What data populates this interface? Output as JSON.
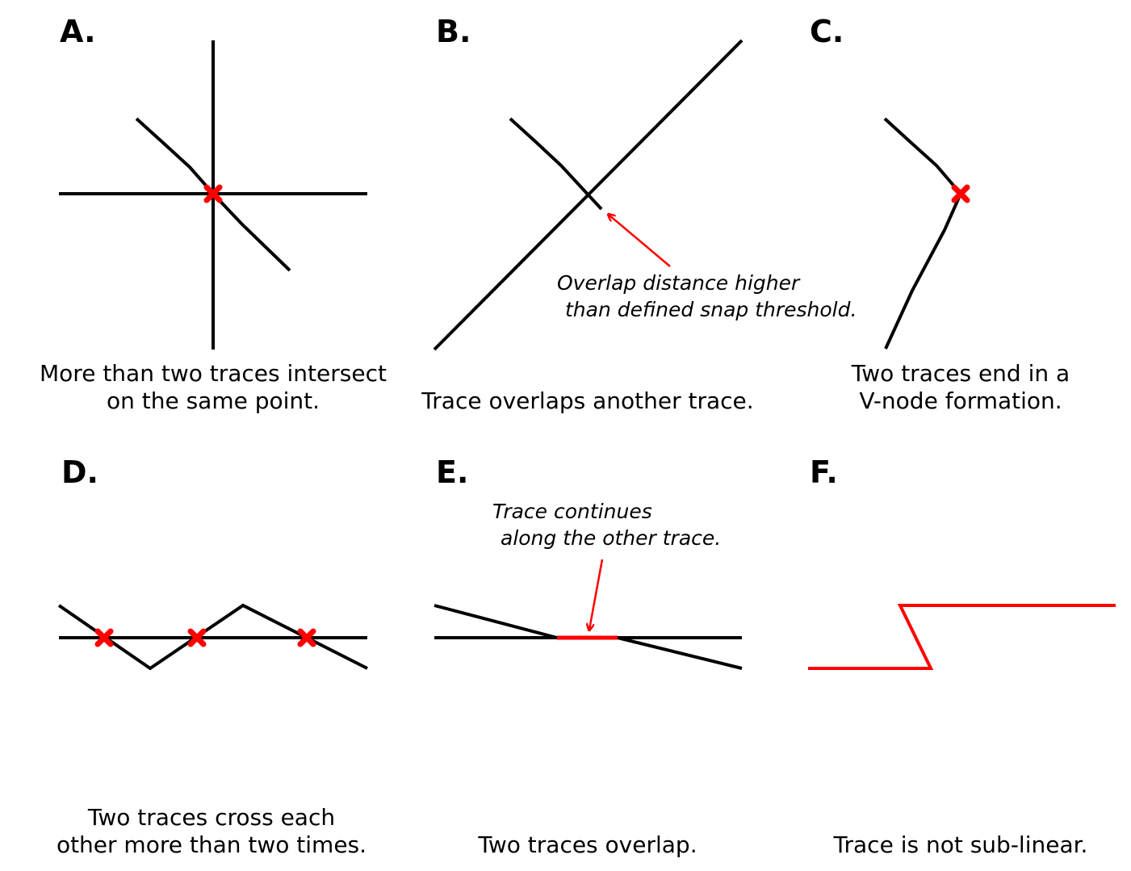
{
  "colors": {
    "trace": "#000000",
    "error": "#ff0000"
  },
  "panels": [
    {
      "letter": "A.",
      "caption": [
        "More than two traces intersect",
        "on the same point."
      ]
    },
    {
      "letter": "B.",
      "caption": [
        "Trace overlaps another trace."
      ],
      "note": [
        "Overlap distance higher",
        "than defined snap threshold."
      ]
    },
    {
      "letter": "C.",
      "caption": [
        "Two traces end in a",
        "V-node formation."
      ]
    },
    {
      "letter": "D.",
      "caption": [
        "Two traces cross each",
        "other more than two times."
      ]
    },
    {
      "letter": "E.",
      "caption": [
        "Two traces overlap."
      ],
      "note": [
        "Trace continues",
        "along the other trace."
      ]
    },
    {
      "letter": "F.",
      "caption": [
        "Trace is not sub-linear."
      ]
    }
  ]
}
